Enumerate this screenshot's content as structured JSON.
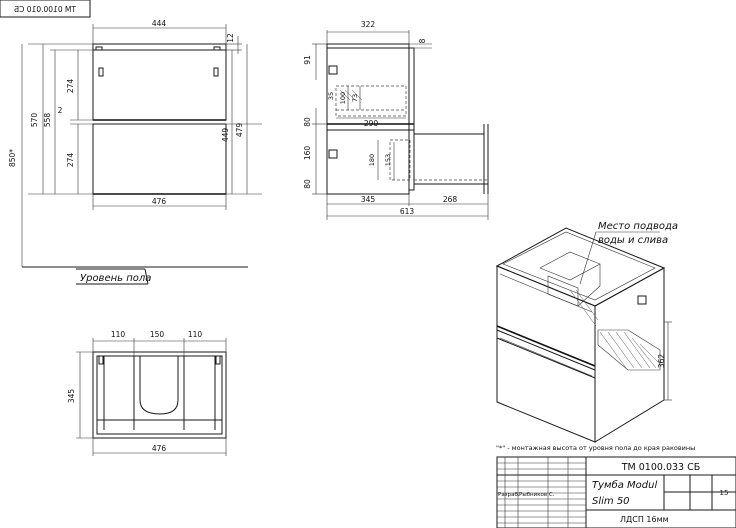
{
  "doc_code_mirrored": "ТМ 0100.010 СБ",
  "front": {
    "width_top": "444",
    "top_thk": "12",
    "height_total": "570",
    "height_inner": "558",
    "upper_drawer": "274",
    "gap": "2",
    "lower_drawer": "274",
    "right_449": "449",
    "right_479": "479",
    "width_bottom": "476",
    "floor_height": "850*",
    "floor_label": "Уровень пола"
  },
  "side": {
    "depth_top": "322",
    "top_8": "8",
    "d91": "91",
    "d35": "35",
    "d100": "100",
    "d73": "73",
    "d290": "290",
    "d80a": "80",
    "d160": "160",
    "d180": "180",
    "d153": "153",
    "d80b": "80",
    "d345": "345",
    "d268": "268",
    "d613": "613"
  },
  "plan": {
    "w110a": "110",
    "w150": "150",
    "w110b": "110",
    "depth": "345",
    "width": "476"
  },
  "iso": {
    "note_line1": "Место подвода",
    "note_line2": "воды и слива",
    "dim362": "362"
  },
  "footnote": "\"*\" - монтажная высота от уровня пола до края раковины",
  "title_block": {
    "code": "ТМ 0100.033 СБ",
    "name_line1": "Тумба Modul",
    "name_line2": "Slim 50",
    "material": "ЛДСП 16мм",
    "developer_label": "Разраб.",
    "developer_name": "Рыбников С.",
    "sheet": "15"
  }
}
